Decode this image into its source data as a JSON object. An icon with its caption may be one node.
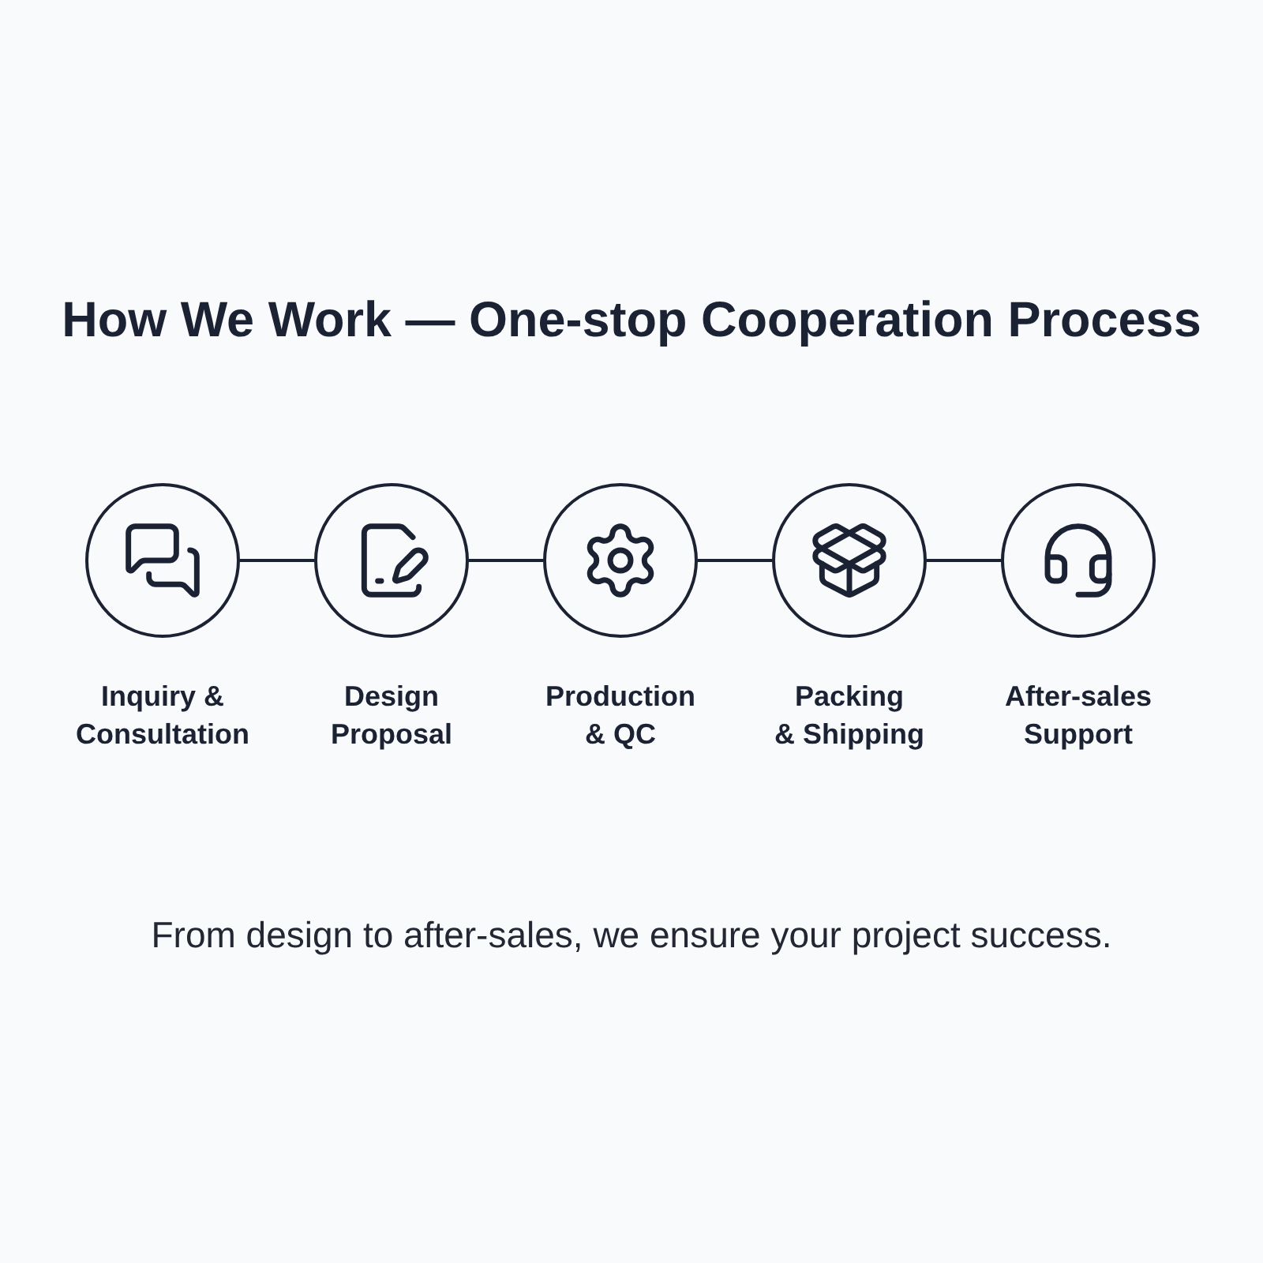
{
  "diagram": {
    "title": "How We Work — One-stop Cooperation Process",
    "caption": "From design to after-sales, we ensure your project success.",
    "nodes": [
      {
        "text": [
          "Inquiry & Consultation"
        ]
      },
      {
        "text": [
          "Design Proposal"
        ]
      },
      {
        "text": [
          "Production & QC"
        ]
      },
      {
        "text": [
          "Packing & Shipping"
        ]
      },
      {
        "text": [
          "After-sales Support"
        ]
      }
    ],
    "edges": [
      {
        "from": 0,
        "to": 1,
        "arrow": "none"
      },
      {
        "from": 1,
        "to": 2,
        "arrow": "none"
      },
      {
        "from": 2,
        "to": 3,
        "arrow": "none"
      },
      {
        "from": 3,
        "to": 4,
        "arrow": "none"
      }
    ]
  }
}
